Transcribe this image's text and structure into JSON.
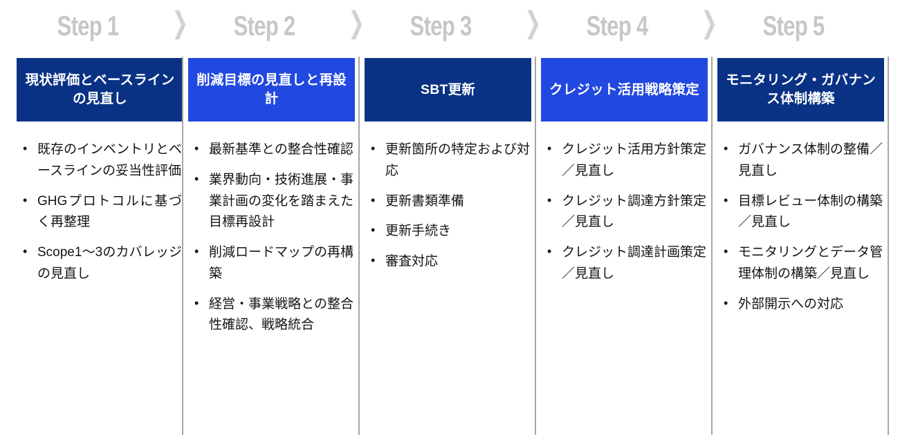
{
  "steps": [
    {
      "label": "Step 1"
    },
    {
      "label": "Step 2"
    },
    {
      "label": "Step 3"
    },
    {
      "label": "Step 4"
    },
    {
      "label": "Step 5"
    }
  ],
  "separators": {
    "glyph": "❯",
    "name": "chevron-right-icon",
    "color": "#d2d2d2"
  },
  "colors": {
    "header_dark": "#0a3284",
    "header_light": "#2148e0",
    "step_label": "#c7c7c7",
    "divider": "#a6a6a6",
    "body_text": "#141414",
    "background": "#ffffff"
  },
  "columns": [
    {
      "header": "現状評価とベースラインの見直し",
      "header_style": "dark",
      "bullets": [
        "既存のインベントリとベースラインの妥当性評価",
        "GHGプロトコルに基づく再整理",
        "Scope1〜3のカバレッジの見直し"
      ]
    },
    {
      "header": "削減目標の見直しと再設計",
      "header_style": "light",
      "bullets": [
        "最新基準との整合性確認",
        "業界動向・技術進展・事業計画の変化を踏まえた目標再設計",
        "削減ロードマップの再構築",
        "経営・事業戦略との整合性確認、戦略統合"
      ]
    },
    {
      "header": "SBT更新",
      "header_style": "dark",
      "bullets": [
        "更新箇所の特定および対応",
        "更新書類準備",
        "更新手続き",
        "審査対応"
      ]
    },
    {
      "header": "クレジット活用戦略策定",
      "header_style": "light",
      "bullets": [
        "クレジット活用方針策定／見直し",
        "クレジット調達方針策定／見直し",
        "クレジット調達計画策定／見直し"
      ]
    },
    {
      "header": "モニタリング・ガバナンス体制構築",
      "header_style": "dark",
      "bullets": [
        "ガバナンス体制の整備／見直し",
        "目標レビュー体制の構築／見直し",
        "モニタリングとデータ管理体制の構築／見直し",
        "外部開示への対応"
      ]
    }
  ]
}
